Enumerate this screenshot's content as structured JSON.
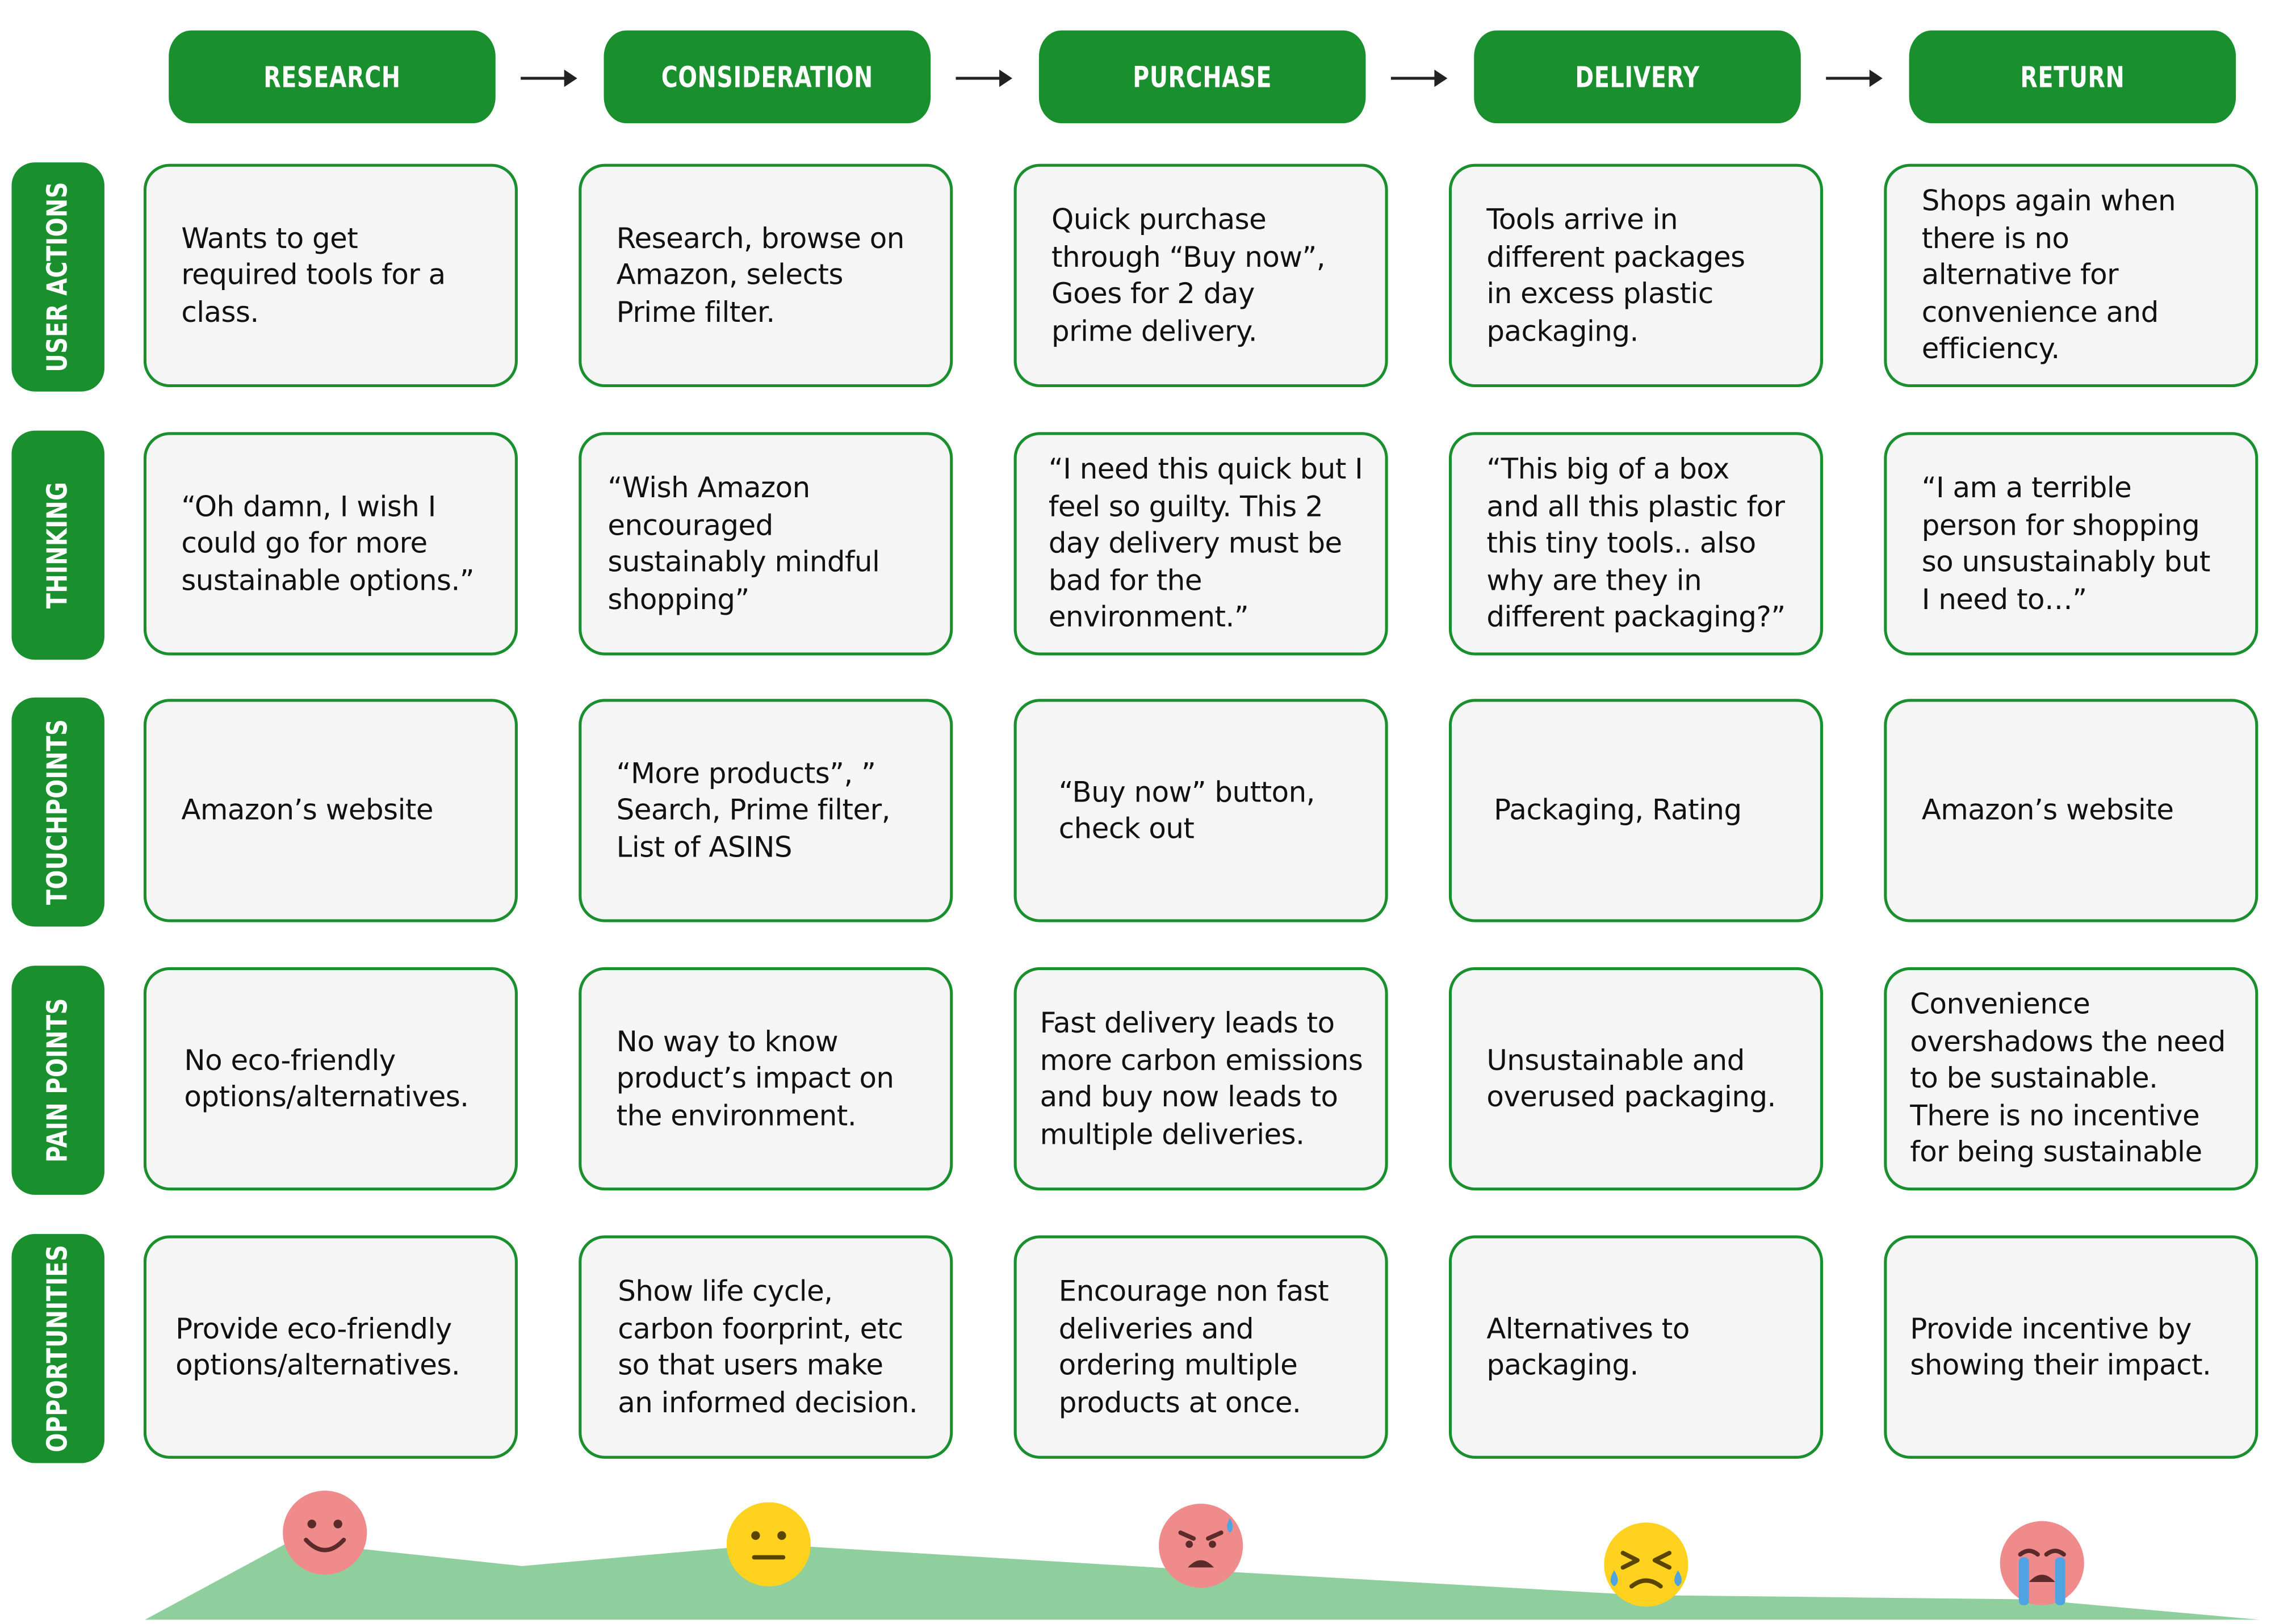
{
  "stages": [
    "RESEARCH",
    "CONSIDERATION",
    "PURCHASE",
    "DELIVERY",
    "RETURN"
  ],
  "rows": [
    {
      "label": "USER ACTIONS",
      "cells": [
        "Wants to get\nrequired tools for a\nclass.",
        "Research, browse on\nAmazon, selects\nPrime filter.",
        "Quick purchase\nthrough “Buy now”,\nGoes for 2 day\nprime delivery.",
        "Tools arrive in\ndifferent packages\nin excess plastic\npackaging.",
        "Shops again when\nthere is no\nalternative for\nconvenience and\nefficiency."
      ]
    },
    {
      "label": "THINKING",
      "cells": [
        "“Oh damn, I wish I\ncould go for more\nsustainable options.”",
        "“Wish Amazon\nencouraged\nsustainably mindful\nshopping”",
        "“I need this quick but I\nfeel so guilty. This 2\nday delivery  must be\nbad for the\nenvironment.”",
        "“This big of a box\nand all this plastic for\nthis tiny tools.. also\nwhy are they in\ndifferent packaging?”",
        "“I am a terrible\nperson for shopping\nso unsustainably but\nI need to…”"
      ]
    },
    {
      "label": "TOUCHPOINTS",
      "cells": [
        "Amazon’s website",
        "“More products”, ”\nSearch, Prime filter,\nList of ASINS",
        "“Buy now” button,\ncheck out",
        "Packaging, Rating",
        "Amazon’s website"
      ]
    },
    {
      "label": "PAIN POINTS",
      "cells": [
        "No eco-friendly\noptions/alternatives.",
        "No way to know\nproduct’s impact on\nthe environment.",
        "Fast delivery leads to\nmore carbon emissions\nand buy now leads to\nmultiple deliveries.",
        "Unsustainable and\noverused packaging.",
        "Convenience\novershadows the need\nto be sustainable.\nThere is no incentive\nfor being sustainable"
      ]
    },
    {
      "label": "OPPORTUNITIES",
      "cells": [
        "Provide eco-friendly\noptions/alternatives.",
        "Show life cycle,\ncarbon foorprint, etc\nso that users make\nan informed decision.",
        "Encourage non fast\ndeliveries and\nordering multiple\nproducts at once.",
        "Alternatives to\npackaging.",
        "Provide incentive by\nshowing their impact."
      ]
    }
  ],
  "emotions": [
    {
      "stage": "RESEARCH",
      "icon": "happy-face-icon",
      "level": 0.55
    },
    {
      "stage": "CONSIDERATION",
      "icon": "neutral-face-icon",
      "level": 0.35
    },
    {
      "stage": "PURCHASE",
      "icon": "sad-sweat-face-icon",
      "level": 0.22
    },
    {
      "stage": "DELIVERY",
      "icon": "crying-squint-face-icon",
      "level": 0.12
    },
    {
      "stage": "RETURN",
      "icon": "loudly-crying-face-icon",
      "level": 0.08
    }
  ],
  "colors": {
    "accent": "#1a8f2e",
    "cell_bg": "#f5f5f5",
    "mountain": "#8fcf9e",
    "face_pink": "#f08b8b",
    "face_yellow": "#ffd21f"
  }
}
